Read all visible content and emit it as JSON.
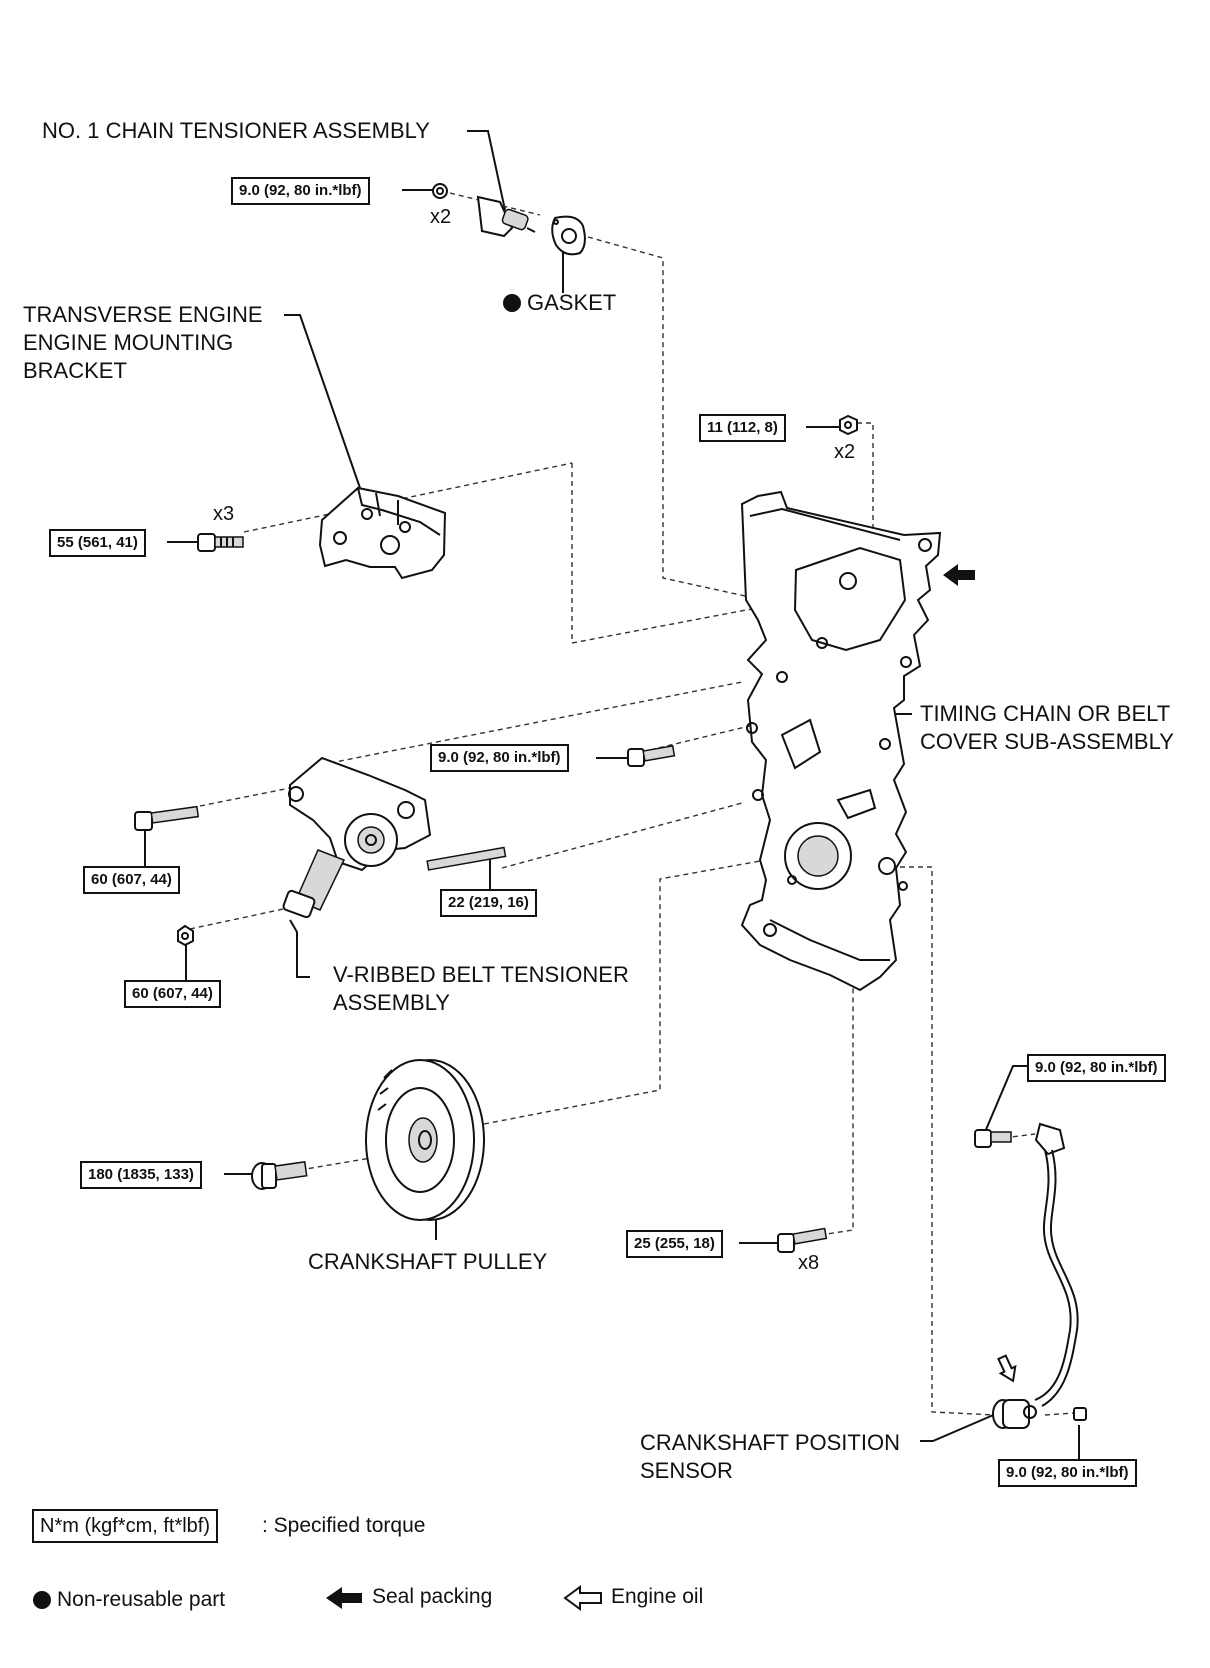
{
  "parts": {
    "chain_tensioner": "NO. 1 CHAIN TENSIONER ASSEMBLY",
    "gasket": "GASKET",
    "mounting_bracket": [
      "TRANSVERSE ENGINE",
      "ENGINE MOUNTING",
      "BRACKET"
    ],
    "timing_cover": [
      "TIMING CHAIN OR BELT",
      "COVER SUB-ASSEMBLY"
    ],
    "belt_tensioner": [
      "V-RIBBED BELT TENSIONER",
      "ASSEMBLY"
    ],
    "crankshaft_pulley": "CRANKSHAFT PULLEY",
    "crank_sensor": [
      "CRANKSHAFT POSITION",
      "SENSOR"
    ]
  },
  "torques": {
    "t_tensioner": "9.0 (92, 80 in.*lbf)",
    "t_top_nut": "11 (112, 8)",
    "t_bracket": "55 (561, 41)",
    "t_cover_mid": "9.0 (92, 80 in.*lbf)",
    "t_belt_bolt": "60 (607, 44)",
    "t_stud": "22 (219, 16)",
    "t_belt_nut": "60 (607, 44)",
    "t_sensor_upper": "9.0 (92, 80 in.*lbf)",
    "t_pulley": "180 (1835, 133)",
    "t_cover_bolts": "25 (255, 18)",
    "t_sensor_lower": "9.0 (92, 80 in.*lbf)"
  },
  "quantities": {
    "q_tensioner": "x2",
    "q_top_nut": "x2",
    "q_bracket": "x3",
    "q_cover_bolts": "x8"
  },
  "legend": {
    "torque_unit": "N*m (kgf*cm, ft*lbf)",
    "torque_desc": ": Specified torque",
    "nonreusable": "Non-reusable part",
    "seal_packing": "Seal packing",
    "engine_oil": "Engine oil"
  }
}
